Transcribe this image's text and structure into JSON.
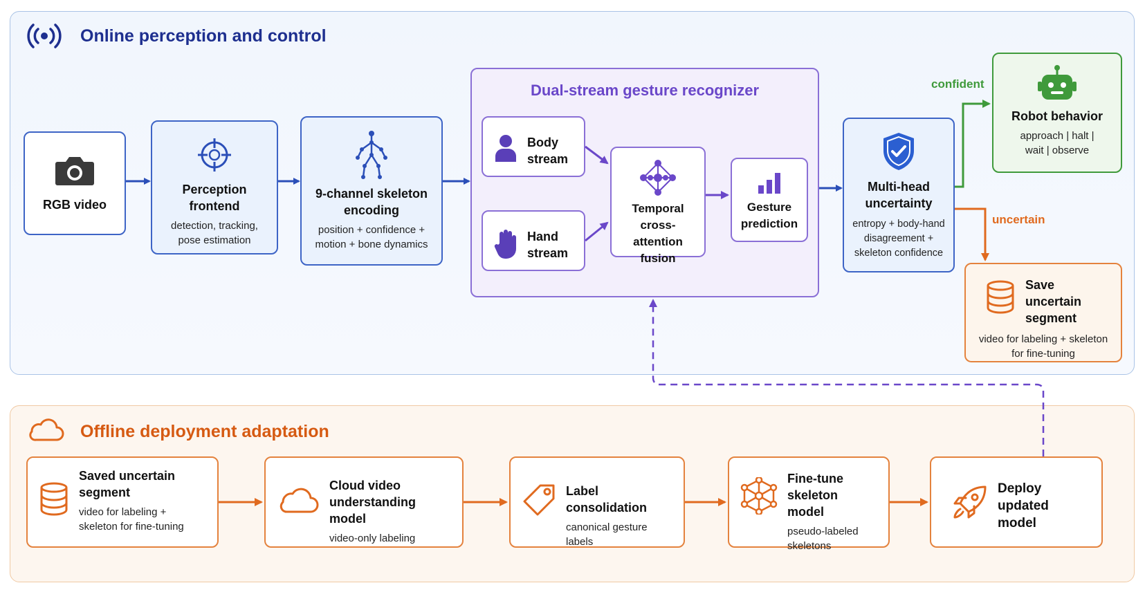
{
  "online": {
    "title": "Online perception and control",
    "rgb_video": "RGB video",
    "frontend": {
      "title": "Perception frontend",
      "sub": "detection, tracking, pose estimation"
    },
    "skeleton": {
      "title": "9-channel skeleton encoding",
      "sub": "position + confidence + motion + bone dynamics"
    },
    "recognizer": {
      "title": "Dual-stream gesture recognizer",
      "body_stream": "Body stream",
      "hand_stream": "Hand stream",
      "fusion": "Temporal cross-attention fusion",
      "prediction": "Gesture prediction"
    },
    "uncertainty": {
      "title": "Multi-head uncertainty",
      "sub": "entropy + body-hand disagreement + skeleton confidence"
    },
    "confident_label": "confident",
    "uncertain_label": "uncertain",
    "robot": {
      "title": "Robot behavior",
      "sub": "approach | halt | wait | observe"
    },
    "save": {
      "title": "Save uncertain segment",
      "sub": "video for labeling + skeleton for fine-tuning"
    }
  },
  "offline": {
    "title": "Offline deployment adaptation",
    "saved": {
      "title": "Saved uncertain segment",
      "sub": "video for labeling + skeleton for fine-tuning"
    },
    "cloud": {
      "title": "Cloud video understanding model",
      "sub": "video-only labeling"
    },
    "label": {
      "title": "Label consolidation",
      "sub": "canonical gesture labels"
    },
    "finetune": {
      "title": "Fine-tune skeleton model",
      "sub": "pseudo-labeled skeletons"
    },
    "deploy": {
      "title": "Deploy updated model"
    }
  },
  "colors": {
    "blue": "#2b4fb8",
    "purple": "#6a47c9",
    "green": "#3f9a3b",
    "orange": "#e06a1f",
    "navy": "#1e2f8f"
  },
  "icons": [
    "broadcast-icon",
    "camera-icon",
    "crosshair-icon",
    "skeleton-figure-icon",
    "person-icon",
    "hand-icon",
    "network-icon",
    "bar-chart-icon",
    "shield-check-icon",
    "robot-icon",
    "database-icon",
    "cloud-icon",
    "tag-icon",
    "network-icon",
    "rocket-icon"
  ]
}
